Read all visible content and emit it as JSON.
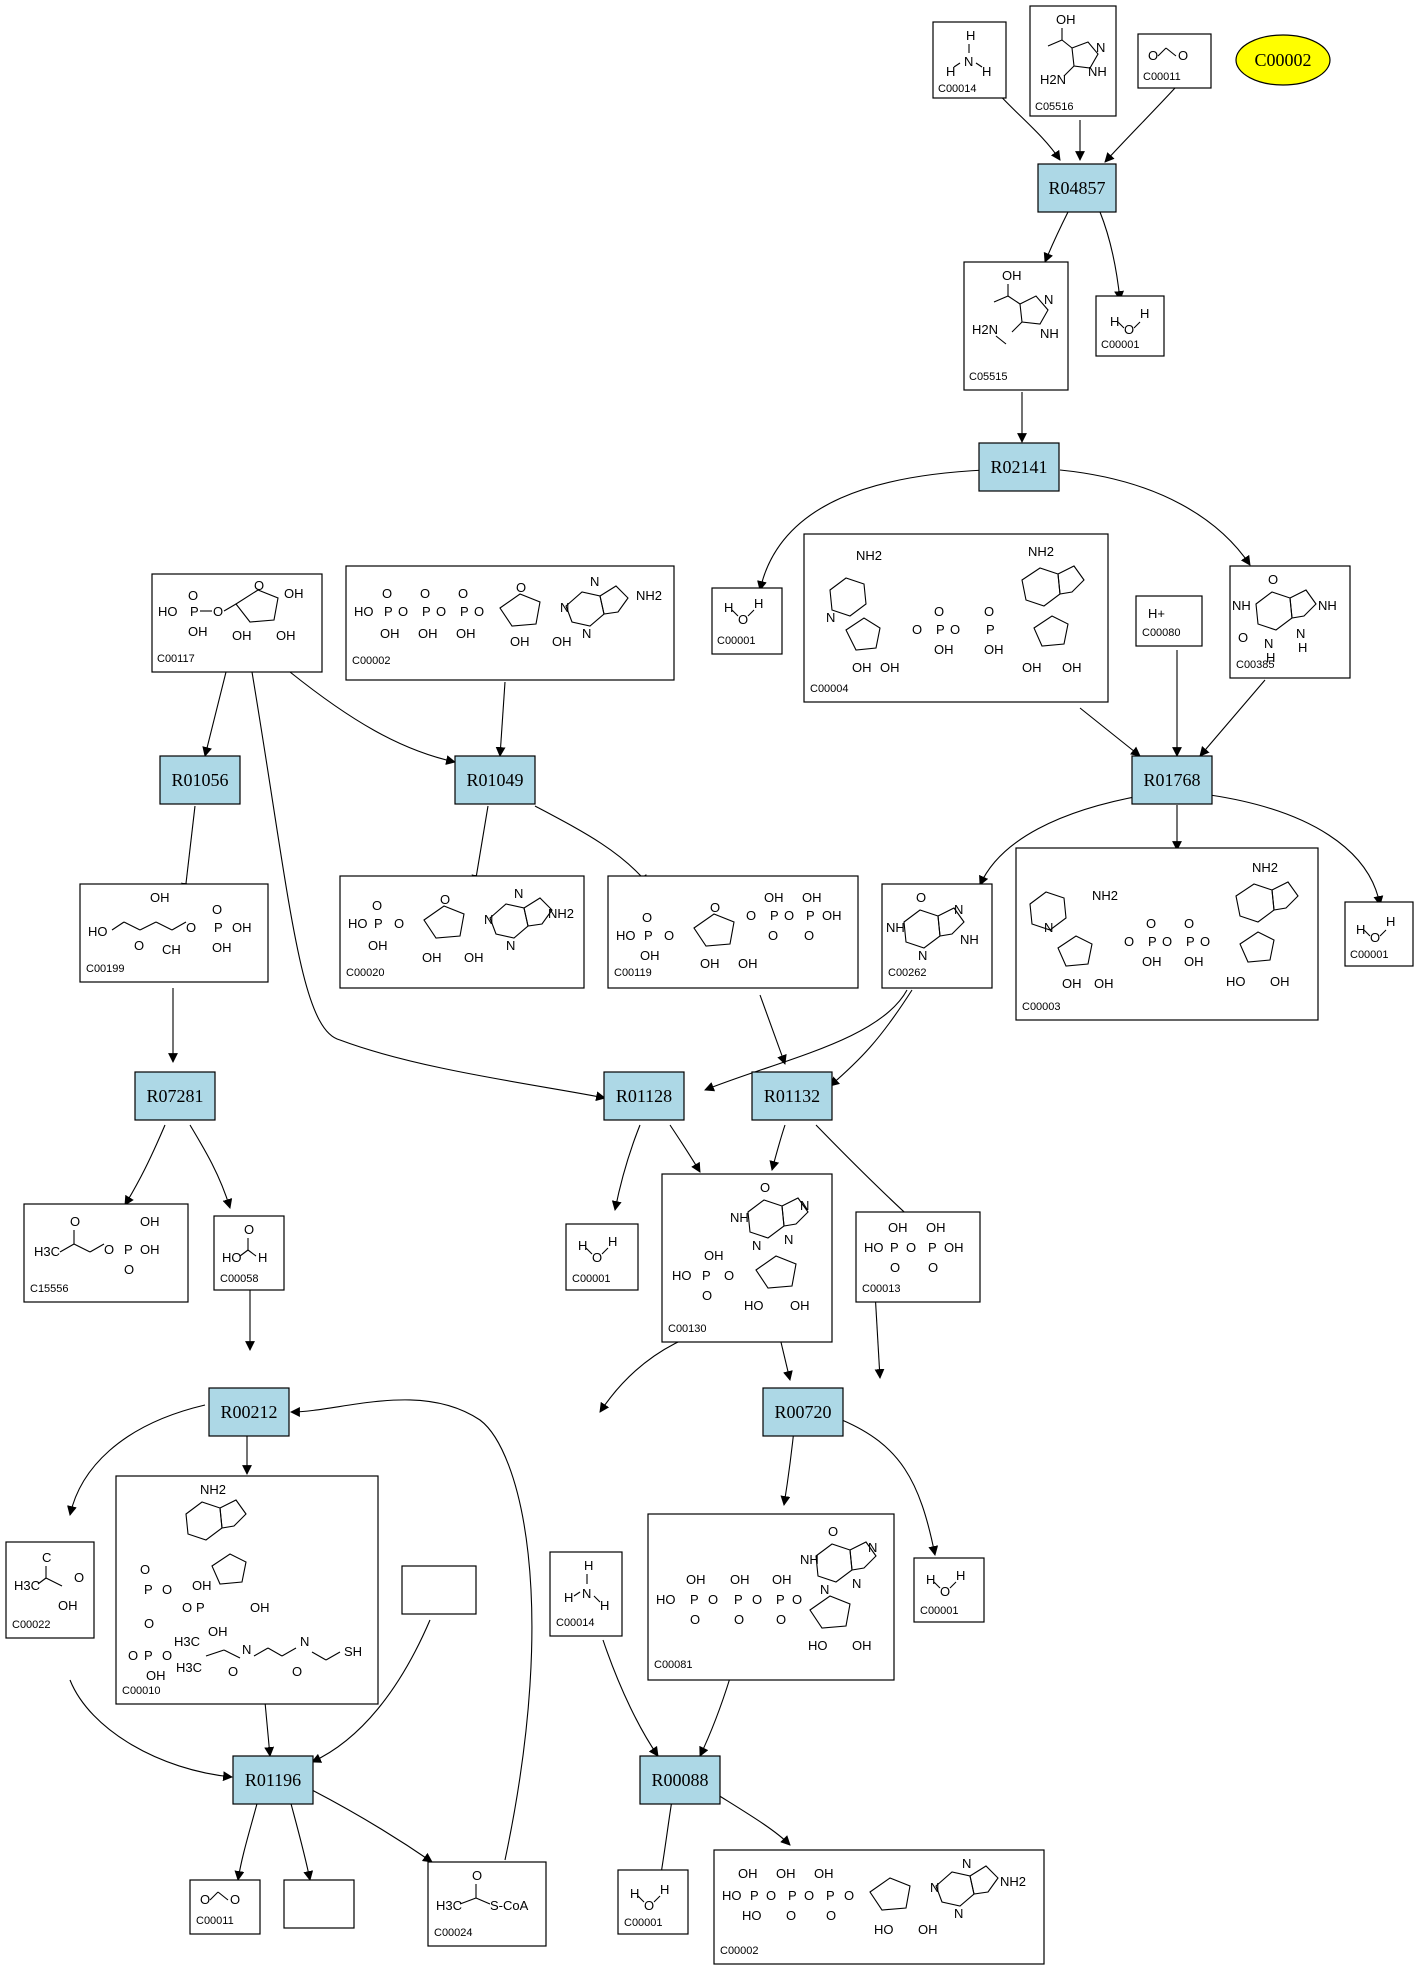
{
  "highlight": {
    "label": "C00002",
    "color": "#ffff00"
  },
  "colors": {
    "reaction_fill": "#add8e6",
    "compound_fill": "#ffffff",
    "line": "#000000"
  },
  "reactions": [
    {
      "id": "R04857"
    },
    {
      "id": "R02141"
    },
    {
      "id": "R01056"
    },
    {
      "id": "R01049"
    },
    {
      "id": "R01768"
    },
    {
      "id": "R07281"
    },
    {
      "id": "R01128"
    },
    {
      "id": "R01132"
    },
    {
      "id": "R00212"
    },
    {
      "id": "R00720"
    },
    {
      "id": "R01196"
    },
    {
      "id": "R00088"
    }
  ],
  "compounds": [
    {
      "id": "C00014",
      "structure": "NH3"
    },
    {
      "id": "C05516",
      "structure": "imidazole acid"
    },
    {
      "id": "C00011",
      "structure": "O=C=O"
    },
    {
      "id": "C05515",
      "structure": "imidazole urea acid"
    },
    {
      "id": "C00001",
      "structure": "H2O"
    },
    {
      "id": "C00001",
      "structure": "H2O"
    },
    {
      "id": "C00117",
      "structure": "ribose phosphate"
    },
    {
      "id": "C00002",
      "structure": "ATP"
    },
    {
      "id": "C00004",
      "structure": "NADH"
    },
    {
      "id": "C00080",
      "structure": "H+"
    },
    {
      "id": "C00385",
      "structure": "xanthine"
    },
    {
      "id": "C00199",
      "structure": "ribulose phosphate"
    },
    {
      "id": "C00020",
      "structure": "AMP"
    },
    {
      "id": "C00119",
      "structure": "PRPP"
    },
    {
      "id": "C00262",
      "structure": "hypoxanthine"
    },
    {
      "id": "C00003",
      "structure": "NAD+"
    },
    {
      "id": "C00001",
      "structure": "H2O"
    },
    {
      "id": "C15556",
      "structure": "keto phosphate"
    },
    {
      "id": "C00058",
      "structure": "formate"
    },
    {
      "id": "C00001",
      "structure": "H2O"
    },
    {
      "id": "C00130",
      "structure": "IMP"
    },
    {
      "id": "C00013",
      "structure": "pyrophosphate"
    },
    {
      "id": "C00022",
      "structure": "pyruvate"
    },
    {
      "id": "C00010",
      "structure": "CoA"
    },
    {
      "id": "",
      "structure": "empty"
    },
    {
      "id": "C00014",
      "structure": "NH3"
    },
    {
      "id": "C00081",
      "structure": "ITP"
    },
    {
      "id": "C00001",
      "structure": "H2O"
    },
    {
      "id": "C00011",
      "structure": "O=C=O"
    },
    {
      "id": "",
      "structure": "empty"
    },
    {
      "id": "C00024",
      "structure": "acetyl-CoA"
    },
    {
      "id": "C00001",
      "structure": "H2O"
    },
    {
      "id": "C00002",
      "structure": "ATP"
    }
  ],
  "labels": {
    "OH": "OH",
    "HO": "HO",
    "P": "P",
    "O": "O",
    "N": "N",
    "NH": "NH",
    "NH2": "NH2",
    "H2N": "H2N",
    "H": "H",
    "Hplus": "H+",
    "H3C": "H3C",
    "SH": "SH",
    "SCoA": "S-CoA",
    "CH": "CH",
    "C": "C"
  }
}
